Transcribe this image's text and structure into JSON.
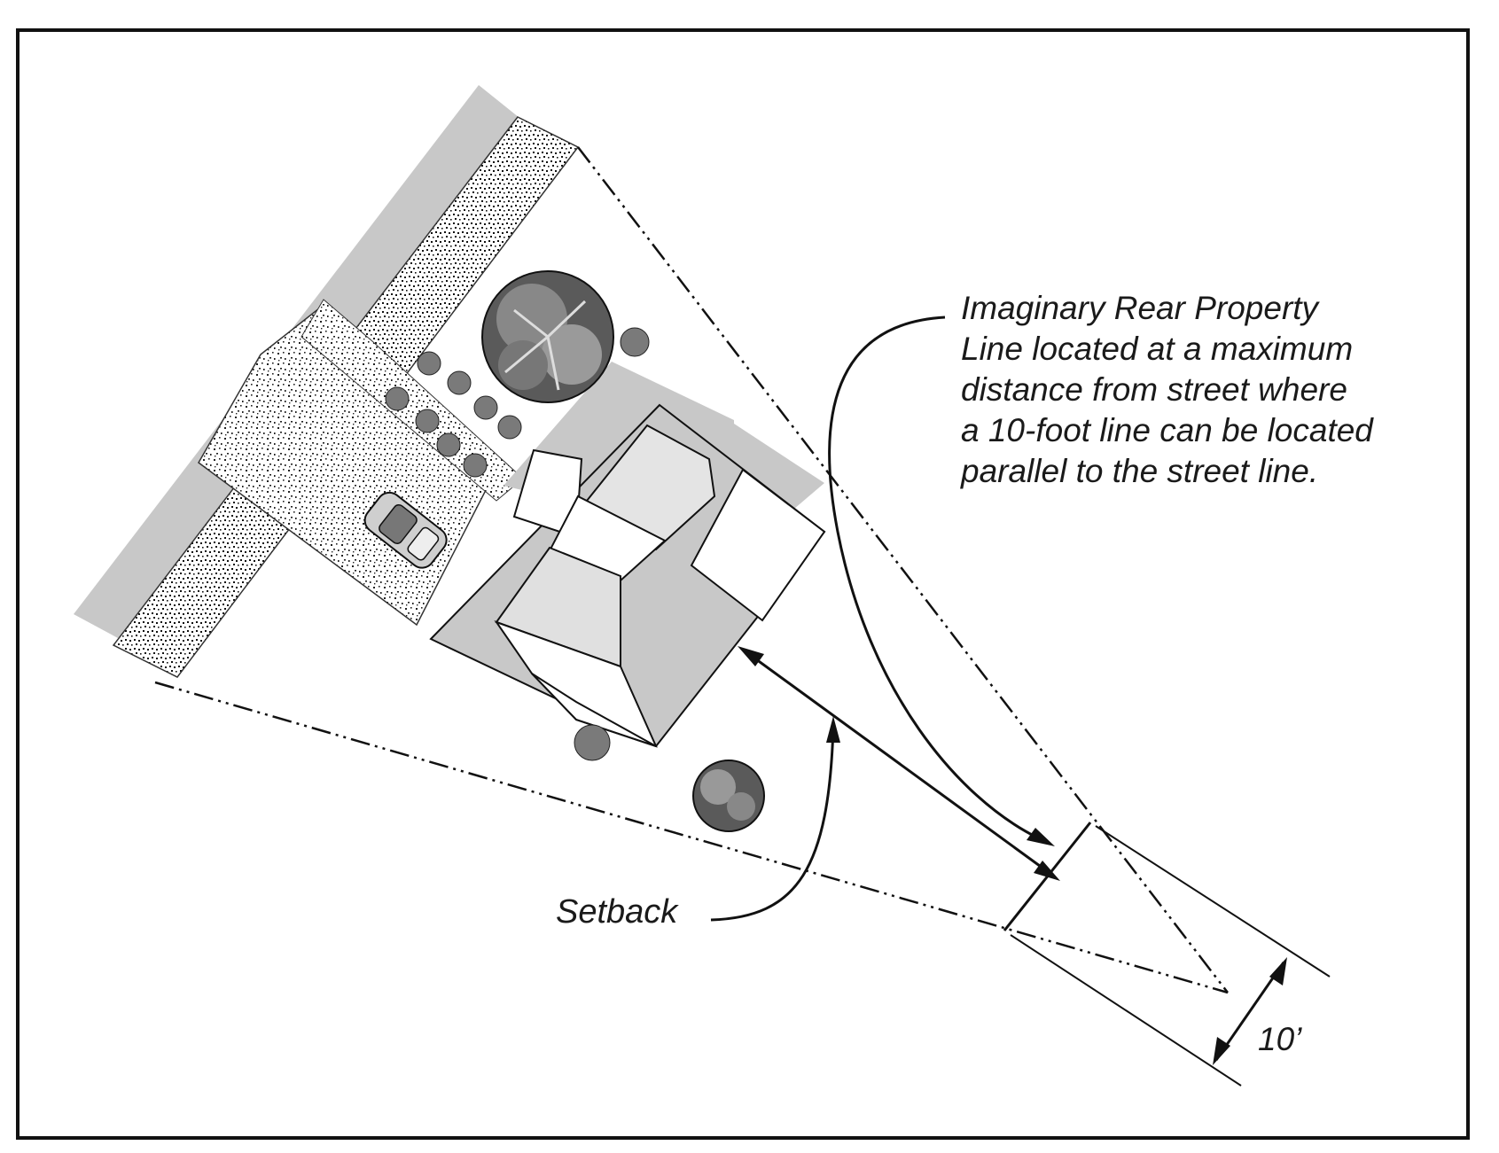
{
  "labels": {
    "rear_property_line": [
      "Imaginary Rear Property",
      "Line located at a maximum",
      "distance from street where",
      "a 10-foot line can be located",
      "parallel to the street line."
    ],
    "setback": "Setback",
    "ten_foot": "10’"
  },
  "colors": {
    "frame": "#111111",
    "gray_fill": "#c8c8c8",
    "light_fill": "#e0e0e0",
    "line": "#111111"
  }
}
